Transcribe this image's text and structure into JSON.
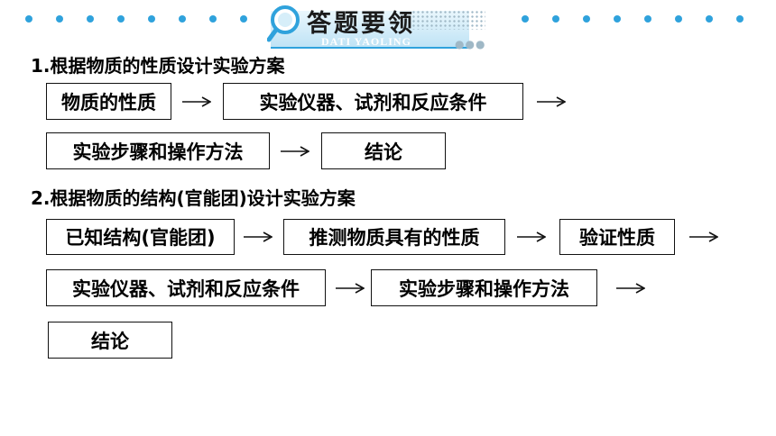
{
  "header": {
    "title": "答题要领",
    "subtitle": "DATI YAOLING",
    "accent_color": "#2fa2dc"
  },
  "section1": {
    "title": "1.根据物质的性质设计实验方案",
    "steps": [
      "物质的性质",
      "实验仪器、试剂和反应条件",
      "实验步骤和操作方法",
      "结论"
    ]
  },
  "section2": {
    "title": "2.根据物质的结构(官能团)设计实验方案",
    "steps": [
      "已知结构(官能团)",
      "推测物质具有的性质",
      "验证性质",
      "实验仪器、试剂和反应条件",
      "实验步骤和操作方法",
      "结论"
    ]
  },
  "icons": {
    "header": "magnifier-icon",
    "flow": "right-arrow-icon"
  }
}
